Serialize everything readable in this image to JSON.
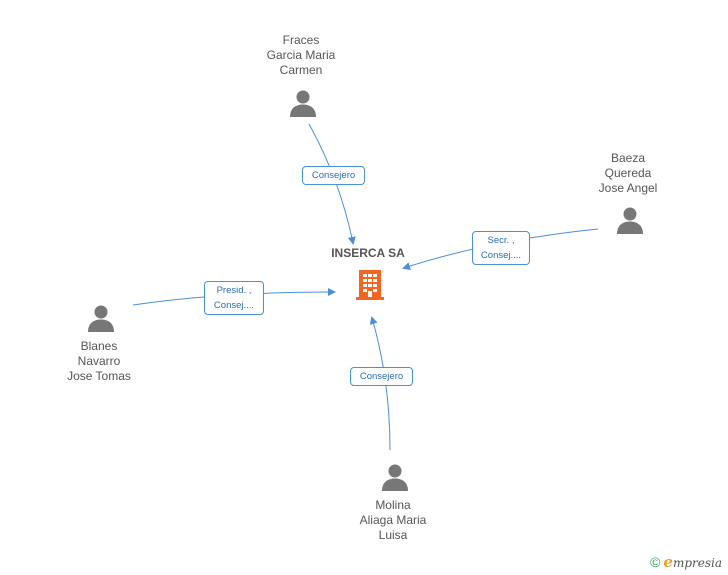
{
  "company": {
    "name": "INSERCA SA",
    "icon": "building-icon",
    "color": "#f26522"
  },
  "people": [
    {
      "id": "frances",
      "lines": [
        "Fraces",
        "Garcia Maria",
        "Carmen"
      ],
      "role_lines": [
        "Consejero"
      ]
    },
    {
      "id": "baeza",
      "lines": [
        "Baeza",
        "Quereda",
        "Jose Angel"
      ],
      "role_lines": [
        "Secr. ,",
        "Consej...."
      ]
    },
    {
      "id": "blanes",
      "lines": [
        "Blanes",
        "Navarro",
        "Jose Tomas"
      ],
      "role_lines": [
        "Presid. ,",
        "Consej...."
      ]
    },
    {
      "id": "molina",
      "lines": [
        "Molina",
        "Aliaga Maria",
        "Luisa"
      ],
      "role_lines": [
        "Consejero"
      ]
    }
  ],
  "colors": {
    "edge": "#4a90d9",
    "person_icon": "#777777",
    "text": "#555555"
  },
  "footer": {
    "copyright": "©",
    "brand_initial": "e",
    "brand_rest": "mpresia"
  }
}
